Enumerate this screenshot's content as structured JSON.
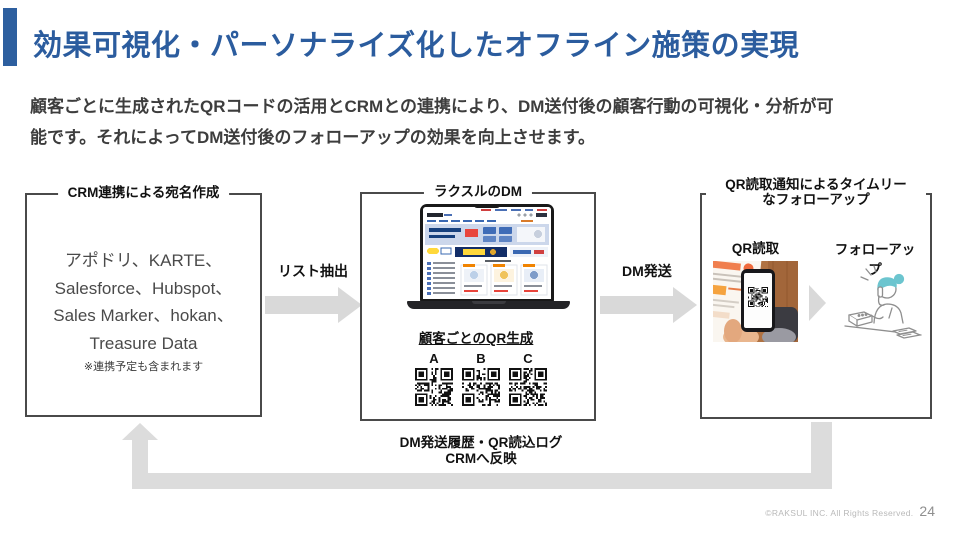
{
  "slide": {
    "title": "効果可視化・パーソナライズ化したオフライン施策の実現",
    "subtitle": "顧客ごとに生成されたQRコードの活用とCRMとの連携により、DM送付後の顧客行動の可視化・分析が可\n能です。それによってDM送付後のフォローアップの効果を向上させます。",
    "footer": {
      "copyright": "©RAKSUL INC. All Rights Reserved.",
      "page_number": "24"
    }
  },
  "diagram": {
    "crm_box": {
      "title": "CRM連携による宛名作成",
      "services": "アポドリ、KARTE、\nSalesforce、Hubspot、\nSales Marker、hokan、\nTreasure Data",
      "note": "※連携予定も含まれます"
    },
    "arrow_list": {
      "label": "リスト抽出"
    },
    "dm_box": {
      "title": "ラクスルのDM",
      "qr_heading": "顧客ごとのQR生成",
      "qr_items": [
        {
          "label": "A"
        },
        {
          "label": "B"
        },
        {
          "label": "C"
        }
      ]
    },
    "arrow_send": {
      "label": "DM発送"
    },
    "followup_box": {
      "title": "QR読取通知によるタイムリー\nなフォローアップ",
      "scan_label": "QR読取",
      "followup_label": "フォローアップ"
    },
    "feedback": {
      "line1": "DM発送履歴・QR読込ログ",
      "line2": "CRMへ反映"
    }
  },
  "colors": {
    "accent_blue": "#2b5c9e",
    "arrow_gray": "#d9d9d9",
    "box_border": "#4a4a4a"
  }
}
